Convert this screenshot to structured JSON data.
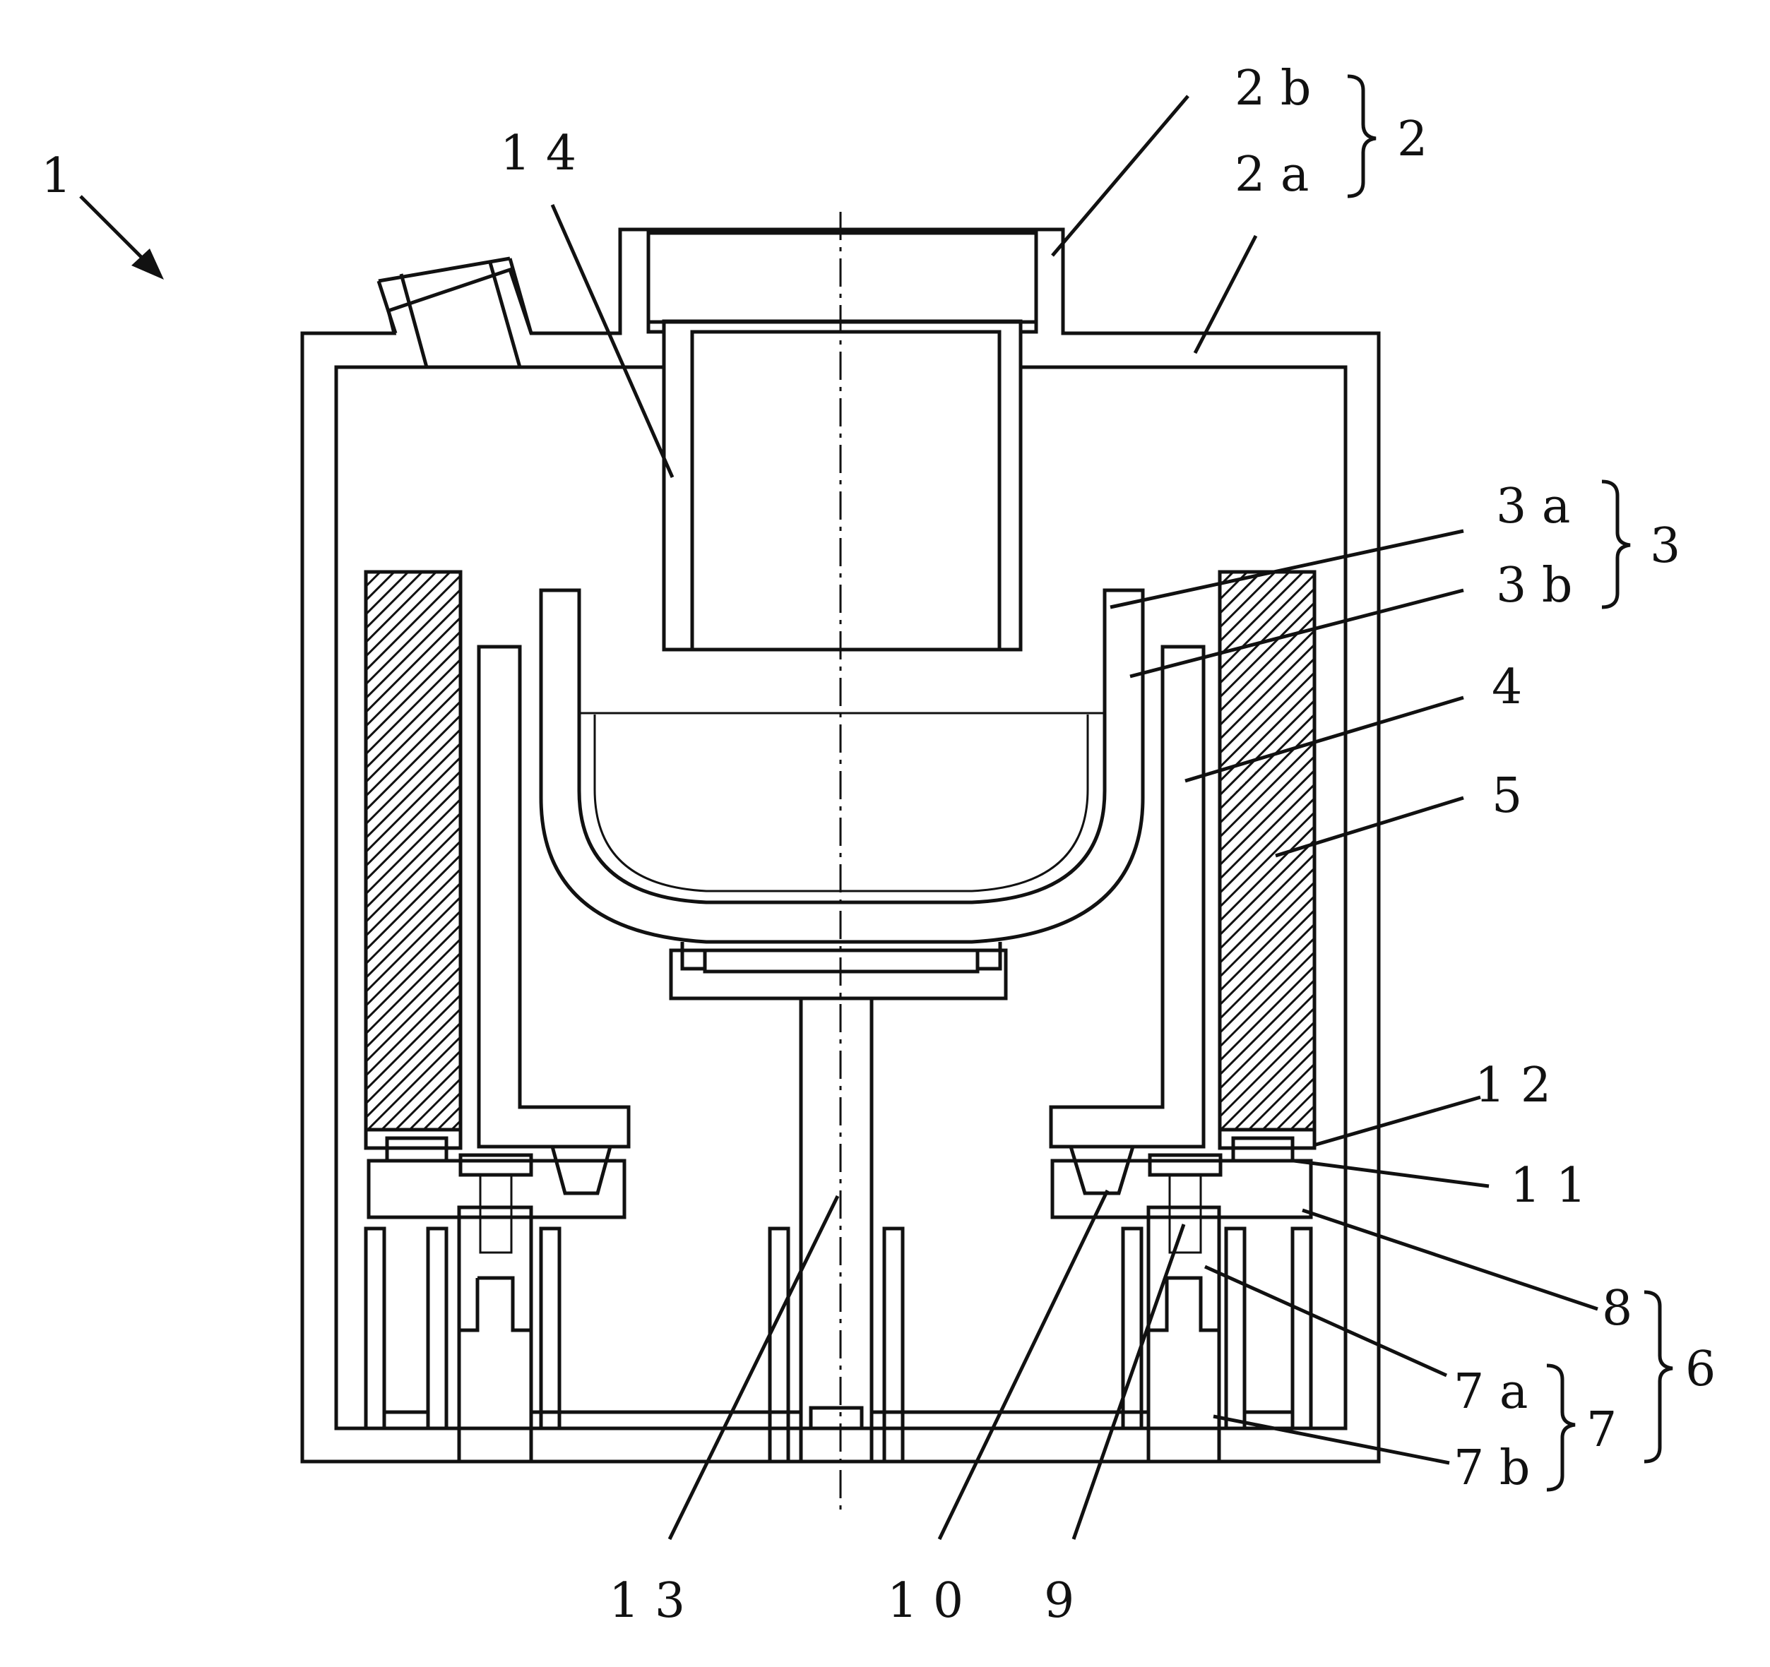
{
  "figure": {
    "labels": {
      "l1": "1",
      "l2": "2",
      "l2a": "2 a",
      "l2b": "2 b",
      "l3": "3",
      "l3a": "3 a",
      "l3b": "3 b",
      "l4": "4",
      "l5": "5",
      "l6": "6",
      "l7": "7",
      "l7a": "7 a",
      "l7b": "7 b",
      "l8": "8",
      "l9": "9",
      "l10": "1 0",
      "l11": "1 1",
      "l12": "1 2",
      "l13": "1 3",
      "l14": "1 4"
    }
  }
}
